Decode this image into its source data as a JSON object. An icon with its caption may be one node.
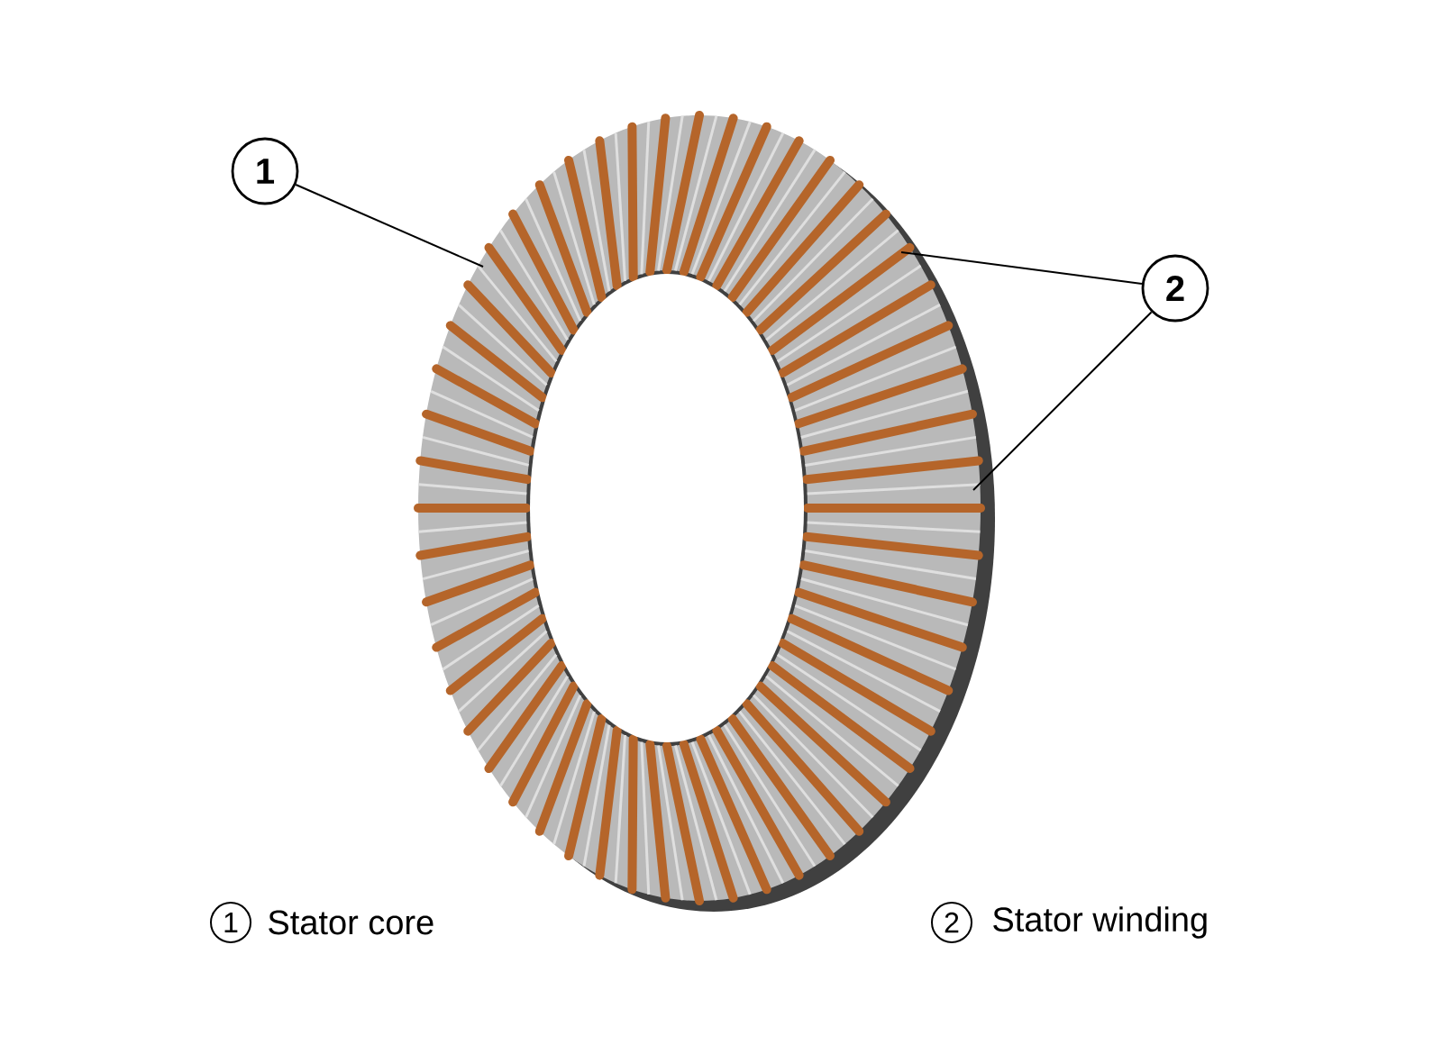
{
  "diagram": {
    "nodes": [
      {
        "text": [
          "1"
        ]
      },
      {
        "text": [
          "2"
        ]
      }
    ],
    "edges": [
      {
        "from": 0,
        "to": null,
        "arrow": "none"
      },
      {
        "from": 1,
        "to": null,
        "arrow": "none"
      },
      {
        "from": 1,
        "to": null,
        "arrow": "none"
      }
    ],
    "labels": [
      "1",
      "Stator core",
      "2",
      "Stator winding"
    ]
  }
}
